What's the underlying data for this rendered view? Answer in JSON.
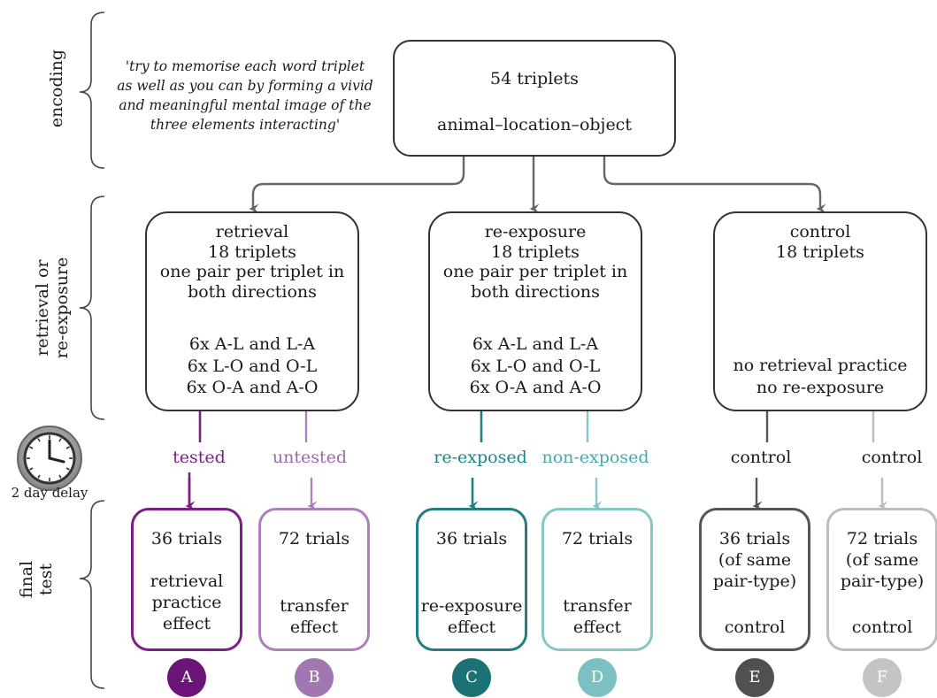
{
  "stages": {
    "encoding": "encoding",
    "retrieval": "retrieval or\nre-exposure",
    "final": "final\ntest"
  },
  "instruction": "'try to memorise each word triplet\nas well as you can by forming a vivid\nand meaningful mental image of the\nthree elements interacting'",
  "top_box": {
    "line1": "54 triplets",
    "line2": "animal–location–object"
  },
  "mid_boxes": {
    "retrieval": {
      "head": "retrieval\n18 triplets\none pair per triplet in\nboth directions",
      "pairs": "6x A-L and L-A\n6x L-O and O-L\n6x O-A and A-O"
    },
    "reexposure": {
      "head": "re-exposure\n18 triplets\none pair per triplet in\nboth directions",
      "pairs": "6x A-L and L-A\n6x L-O and O-L\n6x O-A and A-O"
    },
    "control": {
      "head": "control\n18 triplets",
      "pairs": "no retrieval practice\nno re-exposure"
    }
  },
  "delay_label": "2 day delay",
  "branch_labels": {
    "tested": "tested",
    "untested": "untested",
    "reexposed": "re-exposed",
    "nonexposed": "non-exposed",
    "control_e": "control",
    "control_f": "control"
  },
  "final_boxes": [
    {
      "id": "A",
      "top": "36 trials",
      "bottom": "retrieval\npractice\neffect",
      "color": "#7a1f86",
      "circle": "#6a1577"
    },
    {
      "id": "B",
      "top": "72 trials",
      "bottom": "transfer\neffect",
      "color": "#ad80bb",
      "circle": "#a077b0"
    },
    {
      "id": "C",
      "top": "36 trials",
      "bottom": "re-exposure\neffect",
      "color": "#1f7f82",
      "circle": "#1a7275"
    },
    {
      "id": "D",
      "top": "72 trials",
      "bottom": "transfer\neffect",
      "color": "#86c6c8",
      "circle": "#7cc0c2"
    },
    {
      "id": "E",
      "top": "36 trials\n(of same\npair-type)",
      "bottom": "control",
      "color": "#555555",
      "circle": "#505050"
    },
    {
      "id": "F",
      "top": "72 trials\n(of same\npair-type)",
      "bottom": "control",
      "color": "#bdbdbd",
      "circle": "#c4c4c4"
    }
  ],
  "colors": {
    "tested": "#7a1f86",
    "untested": "#9b6aac",
    "reexposed": "#1f8487",
    "nonexposed": "#4aa7ab",
    "arrow_gray": "#666666",
    "control_light": "#bdbdbd",
    "text": "#1a1a1a"
  }
}
